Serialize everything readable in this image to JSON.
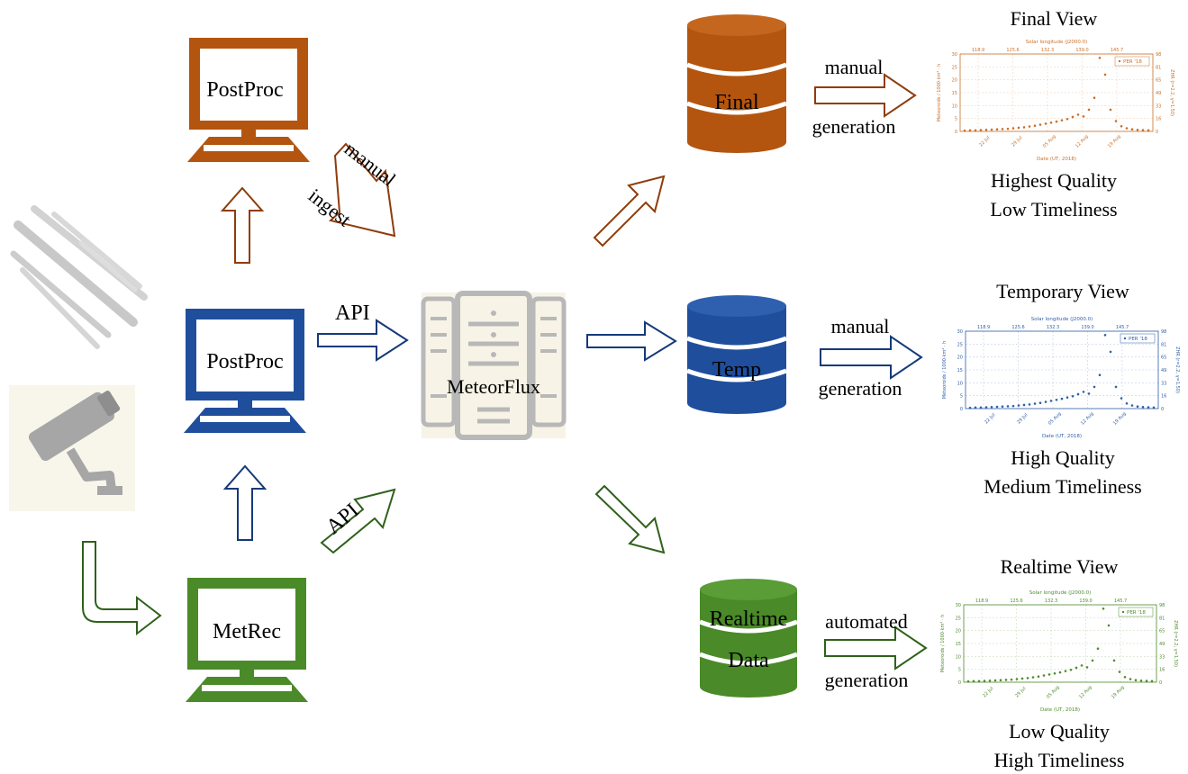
{
  "colors": {
    "orange": "#b4550f",
    "orange_dark": "#8f3c0a",
    "blue": "#1f4e9d",
    "blue_dark": "#15397a",
    "green": "#4a8a28",
    "green_dark": "#2f611a",
    "gray": "#b4b4b4",
    "final_chart": "#c9702a",
    "temp_chart": "#2f5fa8",
    "realtime_chart": "#4f8b2c"
  },
  "nodes": {
    "postproc_top": "PostProc",
    "postproc_mid": "PostProc",
    "metrec": "MetRec",
    "server": "MeteorFlux",
    "db_final": "Final",
    "db_temp": "Temp",
    "db_realtime_1": "Realtime",
    "db_realtime_2": "Data"
  },
  "edges": {
    "manual_ingest_1": "manual",
    "manual_ingest_2": "ingest",
    "api_mid": "API",
    "api_low": "API",
    "final_gen_1": "manual",
    "final_gen_2": "generation",
    "temp_gen_1": "manual",
    "temp_gen_2": "generation",
    "rt_gen_1": "automated",
    "rt_gen_2": "generation"
  },
  "views": {
    "final": {
      "title": "Final View",
      "quality": "Highest Quality",
      "timeliness": "Low Timeliness"
    },
    "temp": {
      "title": "Temporary View",
      "quality": "High Quality",
      "timeliness": "Medium Timeliness"
    },
    "realtime": {
      "title": "Realtime View",
      "quality": "Low Quality",
      "timeliness": "High Timeliness"
    }
  },
  "chart_common": {
    "type": "scatter",
    "top_label": "Solar longitude (J2000.0)",
    "top_ticks": [
      "118.9",
      "125.6",
      "132.3",
      "139.0",
      "145.7"
    ],
    "xlabel": "Date (UT, 2018)",
    "x_ticks": [
      "22 Jul",
      "29 Jul",
      "05 Aug",
      "12 Aug",
      "19 Aug"
    ],
    "ylabel": "Meteoroids / 1000·km² · h",
    "y_ticks": [
      "0",
      "5",
      "10",
      "15",
      "20",
      "25",
      "30"
    ],
    "ylim": [
      0,
      30
    ],
    "y2label": "ZHR (r=2.2, γ=1.50)",
    "y2_ticks": [
      "0",
      "16",
      "33",
      "49",
      "65",
      "81",
      "98"
    ],
    "legend": "PER '18",
    "grid": true
  },
  "chart_data": [
    {
      "type": "scatter",
      "title": "Final View",
      "series": [
        {
          "name": "PER '18",
          "x": [
            0,
            1,
            2,
            3,
            4,
            5,
            6,
            7,
            8,
            9,
            10,
            11,
            12,
            13,
            14,
            15,
            16,
            17,
            18,
            19,
            20,
            21,
            22,
            23,
            24,
            25,
            26,
            27,
            28,
            29,
            30,
            31,
            32,
            33,
            34
          ],
          "y": [
            0.3,
            0.4,
            0.4,
            0.5,
            0.6,
            0.7,
            0.8,
            0.9,
            1.0,
            1.2,
            1.4,
            1.6,
            1.9,
            2.2,
            2.6,
            3.0,
            3.4,
            3.8,
            4.3,
            4.8,
            5.6,
            6.5,
            5.8,
            8.4,
            13.0,
            28.5,
            22.0,
            8.4,
            4.0,
            2.0,
            1.2,
            0.8,
            0.6,
            0.5,
            0.4
          ]
        }
      ]
    },
    {
      "type": "scatter",
      "title": "Temporary View",
      "series": [
        {
          "name": "PER '18",
          "x": [
            0,
            1,
            2,
            3,
            4,
            5,
            6,
            7,
            8,
            9,
            10,
            11,
            12,
            13,
            14,
            15,
            16,
            17,
            18,
            19,
            20,
            21,
            22,
            23,
            24,
            25,
            26,
            27,
            28,
            29,
            30,
            31,
            32,
            33,
            34
          ],
          "y": [
            0.3,
            0.4,
            0.4,
            0.5,
            0.6,
            0.7,
            0.8,
            0.9,
            1.0,
            1.2,
            1.4,
            1.6,
            1.9,
            2.2,
            2.6,
            3.0,
            3.4,
            3.8,
            4.3,
            4.8,
            5.6,
            6.5,
            5.8,
            8.4,
            13.0,
            28.5,
            22.0,
            8.4,
            4.0,
            2.0,
            1.2,
            0.8,
            0.6,
            0.5,
            0.4
          ]
        }
      ]
    },
    {
      "type": "scatter",
      "title": "Realtime View",
      "series": [
        {
          "name": "PER '18",
          "x": [
            0,
            1,
            2,
            3,
            4,
            5,
            6,
            7,
            8,
            9,
            10,
            11,
            12,
            13,
            14,
            15,
            16,
            17,
            18,
            19,
            20,
            21,
            22,
            23,
            24,
            25,
            26,
            27,
            28,
            29,
            30,
            31,
            32,
            33,
            34
          ],
          "y": [
            0.3,
            0.4,
            0.4,
            0.5,
            0.6,
            0.7,
            0.8,
            0.9,
            1.0,
            1.2,
            1.4,
            1.6,
            1.9,
            2.2,
            2.6,
            3.0,
            3.4,
            3.8,
            4.3,
            4.8,
            5.6,
            6.5,
            5.8,
            8.4,
            13.0,
            28.5,
            22.0,
            8.4,
            4.0,
            2.0,
            1.2,
            0.8,
            0.6,
            0.5,
            0.4
          ]
        }
      ]
    }
  ]
}
